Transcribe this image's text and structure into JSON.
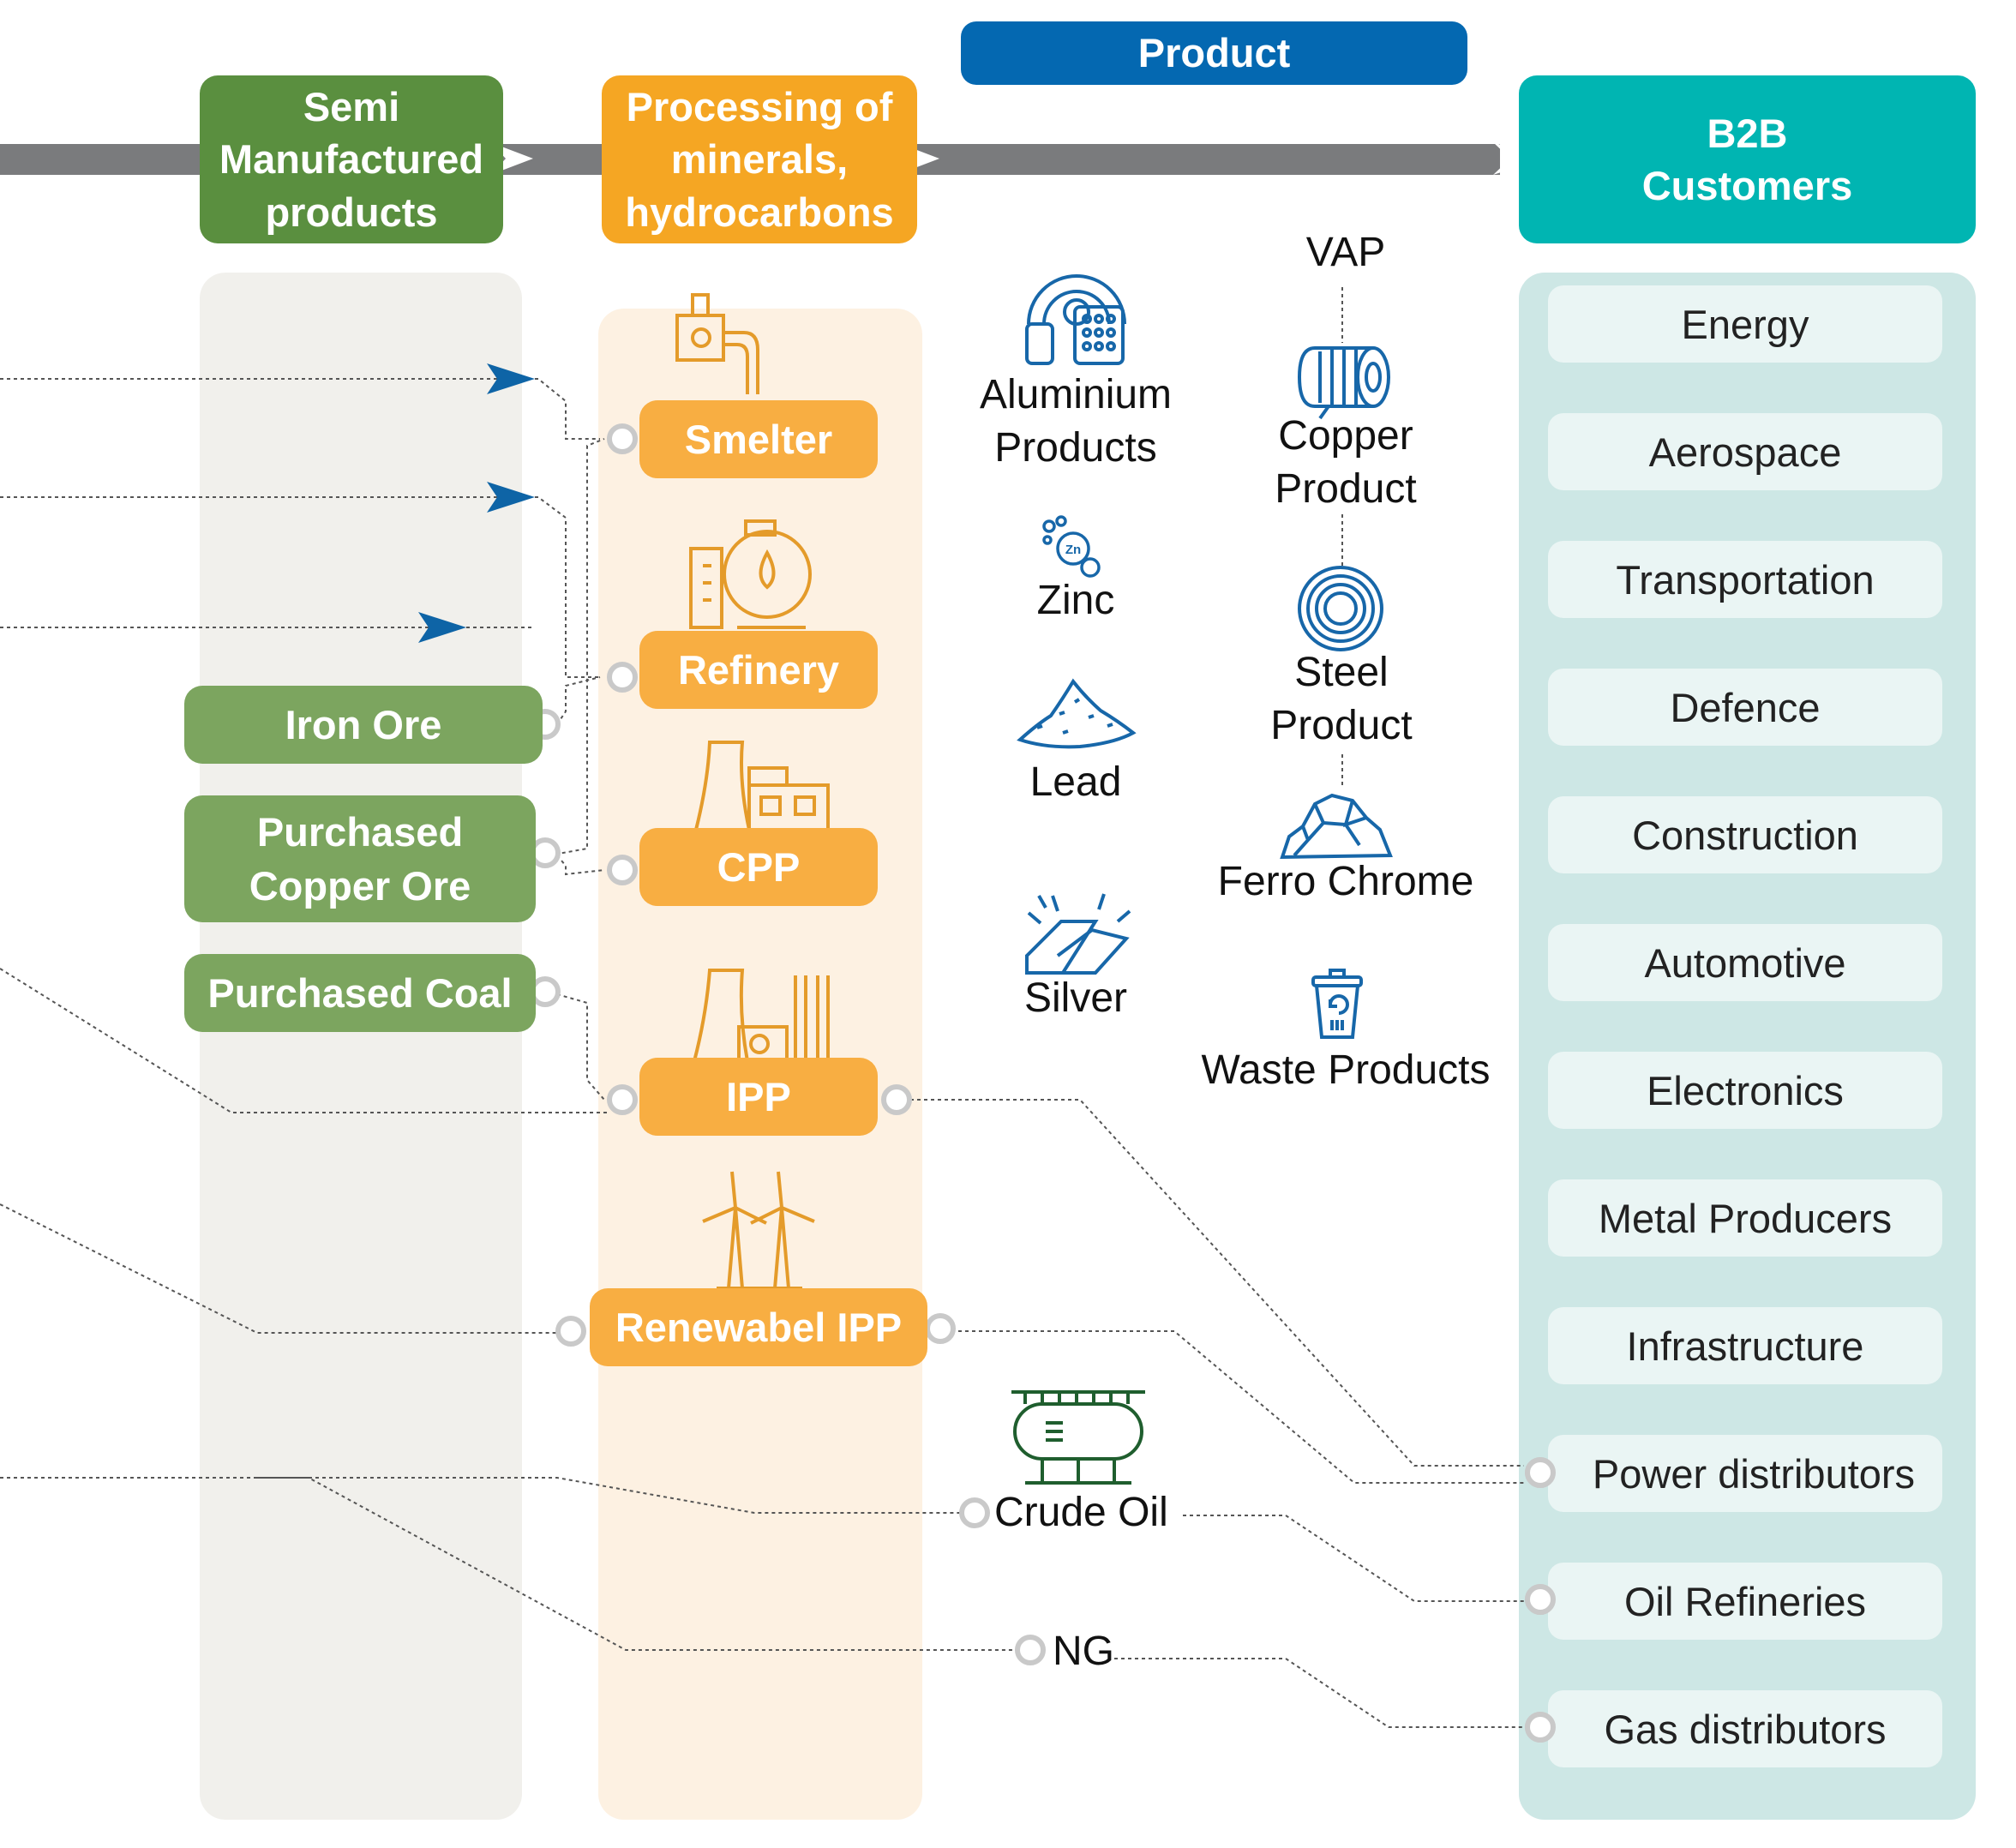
{
  "headers": {
    "semi": [
      "Semi",
      "Manufactured",
      "products"
    ],
    "processing": [
      "Processing of",
      "minerals,",
      "hydrocarbons"
    ],
    "product": "Product",
    "b2b": [
      "B2B",
      "Customers"
    ]
  },
  "processing_units": [
    {
      "key": "smelter",
      "label": "Smelter",
      "icon": "smelter-icon"
    },
    {
      "key": "refinery",
      "label": "Refinery",
      "icon": "refinery-tank-icon"
    },
    {
      "key": "cpp",
      "label": "CPP",
      "icon": "power-plant-icon"
    },
    {
      "key": "ipp",
      "label": "IPP",
      "icon": "cooling-tower-icon"
    },
    {
      "key": "renewable",
      "label": "Renewabel IPP",
      "icon": "wind-turbine-icon"
    }
  ],
  "raw_inputs": {
    "iron_ore": "Iron Ore",
    "copper_ore": [
      "Purchased",
      "Copper Ore"
    ],
    "coal": "Purchased Coal"
  },
  "products": {
    "aluminium": [
      "Aluminium",
      "Products"
    ],
    "zinc": "Zinc",
    "lead": "Lead",
    "silver": "Silver",
    "vap": "VAP",
    "copper": [
      "Copper",
      "Product"
    ],
    "steel": [
      "Steel",
      "Product"
    ],
    "ferro": "Ferro Chrome",
    "waste": "Waste Products",
    "crude": "Crude Oil",
    "ng": "NG"
  },
  "customers": [
    "Energy",
    "Aerospace",
    "Transportation",
    "Defence",
    "Construction",
    "Automotive",
    "Electronics",
    "Metal Producers",
    "Infrastructure",
    "Power distributors",
    "Oil Refineries",
    "Gas distributors"
  ],
  "colors": {
    "green_header": "#5A8F3F",
    "green_box": "#7CA55F",
    "orange_header": "#F5A623",
    "orange_box": "#F8AE42",
    "product_header": "#0468B1",
    "b2b_header": "#00B5B2",
    "b2b_panel": "#CDE7E5",
    "customer_box": "#EAF5F4",
    "semi_panel": "#F1F0EC",
    "proc_panel": "#FDF1E2",
    "arrow_blue": "#0E64A6",
    "icon_blue": "#1767A9",
    "icon_orange": "#E49B2A",
    "icon_green": "#1F5E2E"
  }
}
